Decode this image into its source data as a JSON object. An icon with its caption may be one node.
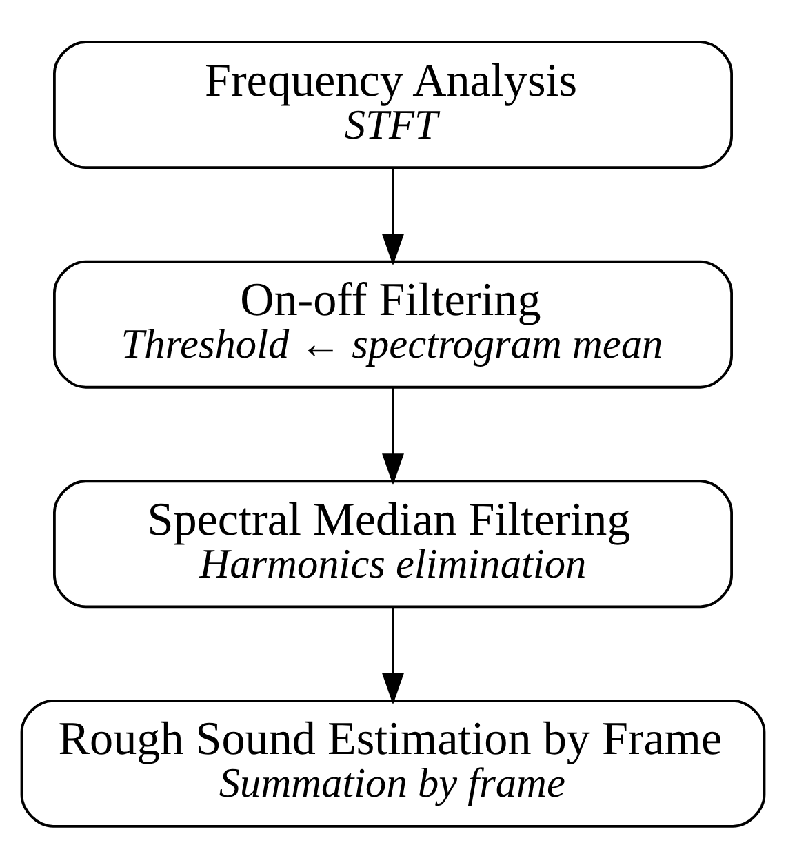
{
  "diagram": {
    "nodes": [
      {
        "text": [
          "Frequency Analysis",
          "STFT"
        ]
      },
      {
        "text": [
          "On-off Filtering",
          "Threshold ← spectrogram mean"
        ]
      },
      {
        "text": [
          "Spectral Median Filtering",
          "Harmonics elimination"
        ]
      },
      {
        "text": [
          "Rough Sound Estimation by Frame",
          "Summation by frame"
        ]
      }
    ],
    "edges": [
      {
        "from": 0,
        "to": 1,
        "arrow": "to"
      },
      {
        "from": 1,
        "to": 2,
        "arrow": "to"
      },
      {
        "from": 2,
        "to": 3,
        "arrow": "to"
      }
    ]
  }
}
